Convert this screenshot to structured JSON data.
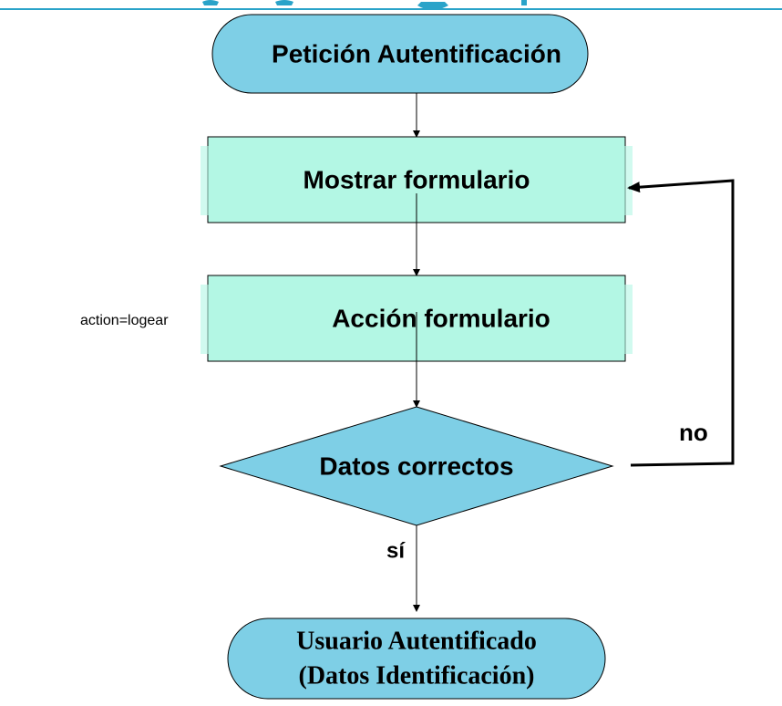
{
  "nodes": {
    "start": {
      "label": "Petición Autentificación",
      "shape": "terminator",
      "color": "#7ecfe6"
    },
    "show_form": {
      "label": "Mostrar formulario",
      "shape": "process",
      "color": "#b3f7e4"
    },
    "form_action": {
      "label": "Acción  formulario",
      "shape": "process",
      "color": "#b3f7e4"
    },
    "decision": {
      "label": "Datos correctos",
      "shape": "decision",
      "color": "#7ecfe6"
    },
    "end": {
      "line1": "Usuario Autentificado",
      "line2": "(Datos Identificación)",
      "shape": "terminator",
      "color": "#7ecfe6"
    }
  },
  "annotations": {
    "action_note": "action=logear"
  },
  "edges": {
    "yes_label": "sí",
    "no_label": "no"
  },
  "colors": {
    "top_accent": "#2aa3c9",
    "terminator_fill": "#7ecfe6",
    "process_fill": "#b3f7e4",
    "stroke": "#000000"
  }
}
